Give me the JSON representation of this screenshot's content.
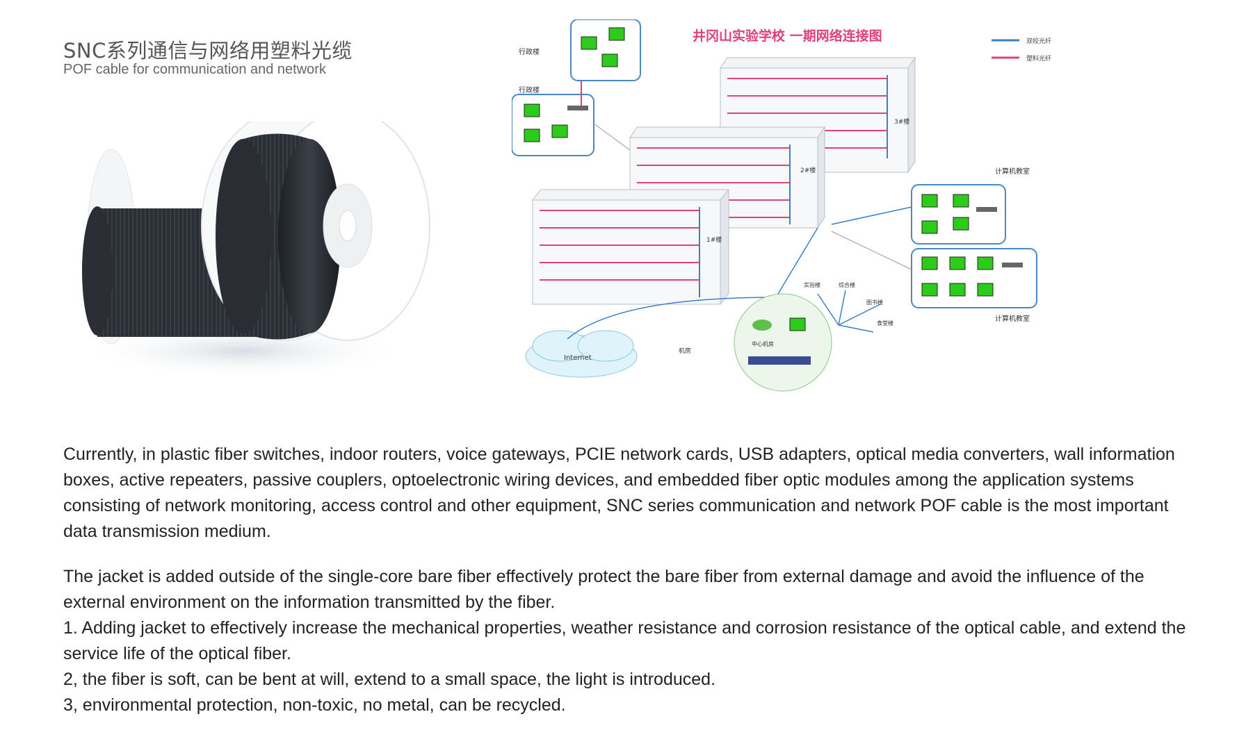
{
  "header": {
    "title_cn": "SNC系列通信与网络用塑料光缆",
    "title_en": "POF cable for communication and network"
  },
  "diagram": {
    "title": "井冈山实验学校 一期网络连接图",
    "legend": [
      {
        "label": "双绞光纤",
        "color": "#3a7fc8"
      },
      {
        "label": "塑料光纤",
        "color": "#e0407a"
      }
    ],
    "labels": {
      "office_top": "行政楼",
      "office_mid": "行政楼",
      "computer_room_top": "计算机教室",
      "computer_room_bottom": "计算机教室",
      "building_1": "1#楼",
      "building_2": "2#楼",
      "building_3": "3#楼",
      "internet": "Internet",
      "building_a": "实验楼",
      "building_b": "综合楼",
      "building_c": "图书楼",
      "building_d": "食堂楼",
      "server_room": "机房",
      "core_room": "中心机房"
    }
  },
  "body": {
    "p1": "Currently, in plastic fiber switches, indoor routers, voice gateways, PCIE network cards, USB adapters, optical media converters, wall information boxes, active repeaters, passive couplers, optoelectronic wiring devices, and embedded fiber optic modules among the application systems consisting of network monitoring, access control and other equipment, SNC series communication and network POF cable is the most important data transmission medium.",
    "p2_lines": [
      "The jacket is added outside of the single-core bare fiber  effectively protect the bare fiber from external damage and avoid the influence of the external environment on the information transmitted by the fiber.",
      "1. Adding jacket to effectively increase the mechanical properties, weather resistance and corrosion resistance of the optical cable, and extend the service life of the optical fiber.",
      "2, the fiber is soft, can be bent at will, extend to a small space, the light is introduced.",
      "3, environmental protection, non-toxic, no metal, can be recycled."
    ]
  },
  "colors": {
    "blue_line": "#3a7fc8",
    "pink_line": "#e0407a",
    "screen_green": "#2ecc1a",
    "cable_black": "#2a2d33"
  }
}
